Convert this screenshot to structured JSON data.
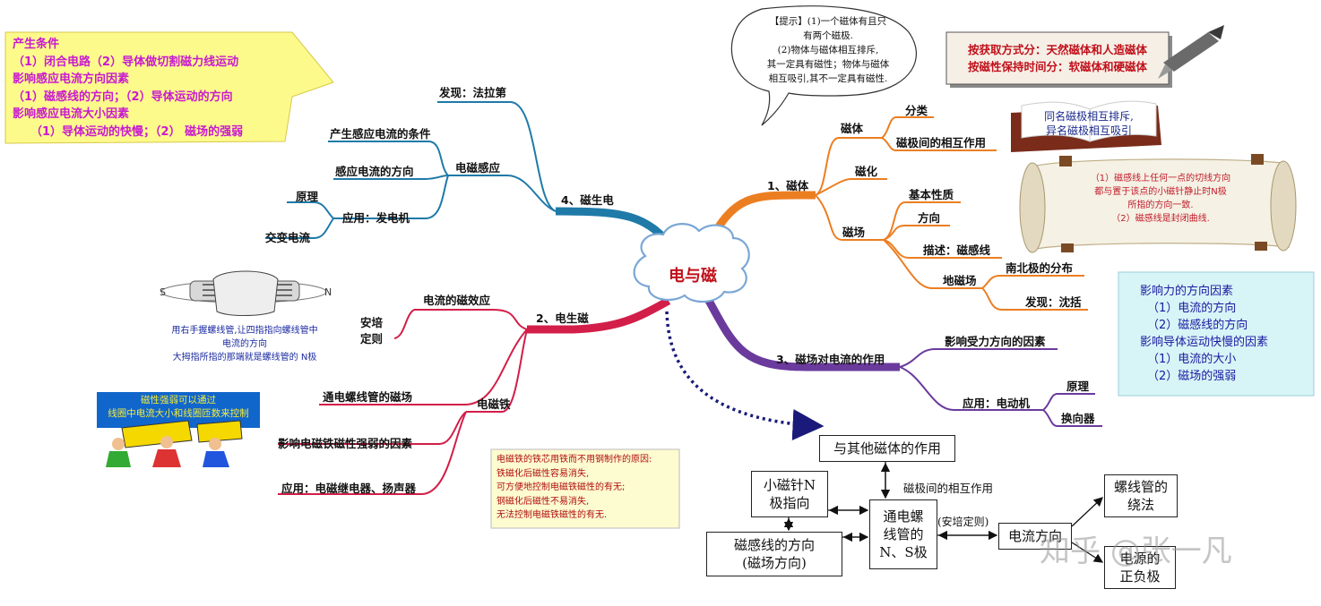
{
  "center": {
    "title": "电与磁"
  },
  "branches": {
    "b1": {
      "label": "1、磁体",
      "color": "#ec7e22",
      "magnet": {
        "label": "磁体",
        "children": [
          "分类",
          "磁极间的相互作用"
        ]
      },
      "magnetize": "磁化",
      "field": {
        "label": "磁场",
        "children": [
          "基本性质",
          "方向",
          "描述：磁感线"
        ]
      },
      "earth": {
        "label": "地磁场",
        "children": [
          "南北极的分布",
          "发现：沈括"
        ]
      }
    },
    "b2": {
      "label": "2、电生磁",
      "color": "#d21e48",
      "effect": "电流的磁效应",
      "ampere": [
        "安培",
        "定则"
      ],
      "solenoid": "通电螺线管的磁场",
      "electromagnet": "电磁铁",
      "factors": "影响电磁铁磁性强弱的因素",
      "apps": "应用：电磁继电器、扬声器"
    },
    "b3": {
      "label": "3、磁场对电流的作用",
      "color": "#6a3a9c",
      "force": "影响受力方向的因素",
      "motor": "应用：电动机",
      "motor_children": [
        "原理",
        "换向器"
      ]
    },
    "b4": {
      "label": "4、磁生电",
      "color": "#1f7aa8",
      "faraday": "发现：法拉第",
      "induction": "电磁感应",
      "induction_children": [
        "产生感应电流的条件",
        "感应电流的方向"
      ],
      "generator": "应用：发电机",
      "generator_children": [
        "原理",
        "交变电流"
      ]
    }
  },
  "notes": {
    "conditions": [
      "产生条件",
      "（1）闭合电路（2）导体做切割磁力线运动",
      "影响感应电流方向因素",
      "（1）磁感线的方向；（2）导体运动的方向",
      "影响感应电流大小因素",
      "（1）导体运动的快慢；（2）  磁场的强弱"
    ],
    "hint": [
      "【提示】(1)一个磁体有且只",
      "有两个磁极.",
      "(2)物体与磁体相互排斥,",
      "其一定具有磁性；物体与磁体",
      "相互吸引,其不一定具有磁性."
    ],
    "classify": [
      "按获取方式分：天然磁体和人造磁体",
      "按磁性保持时间分：软磁体和硬磁体"
    ],
    "book": [
      "同名磁极相互排斥,",
      "异名磁极相互吸引"
    ],
    "scroll": [
      "（1）磁感线上任何一点的切线方向",
      "都与置于该点的小磁针静止时N极",
      "所指的方向一致.",
      "（2）磁感线是封闭曲线."
    ],
    "force_factors": [
      "影响力的方向因素",
      "（1）电流的方向",
      "（2）磁感线的方向",
      "影响导体运动快慢的因素",
      "（1）电流的大小",
      "（2）磁场的强弱"
    ],
    "right_hand": [
      "用右手握螺线管,让四指指向螺线管中",
      "电流的方向",
      "大拇指所指的那端就是螺线管的 N极"
    ],
    "strength": [
      "磁性强弱可以通过",
      "线圈中电流大小和线圈匝数来控制"
    ],
    "core": [
      "电磁铁的铁芯用铁而不用钢制作的原因:",
      "铁磁化后磁性容易消失,",
      "可方便地控制电磁铁磁性的有无;",
      "钢磁化后磁性不易消失,",
      "无法控制电磁铁磁性的有无."
    ]
  },
  "flow": {
    "interaction": "与其他磁体的作用",
    "needle": [
      "小磁针N",
      "极指向"
    ],
    "poles_label": "磁极间的相互作用",
    "solenoid": [
      "通电螺",
      "线管的",
      "N、S极"
    ],
    "fieldlines": [
      "磁感线的方向",
      "(磁场方向)"
    ],
    "rule": "(安培定则)",
    "current_dir": "电流方向",
    "winding": [
      "螺线管的",
      "绕法"
    ],
    "battery": [
      "电源的",
      "正负极"
    ]
  },
  "watermark": "知乎 @张一凡"
}
